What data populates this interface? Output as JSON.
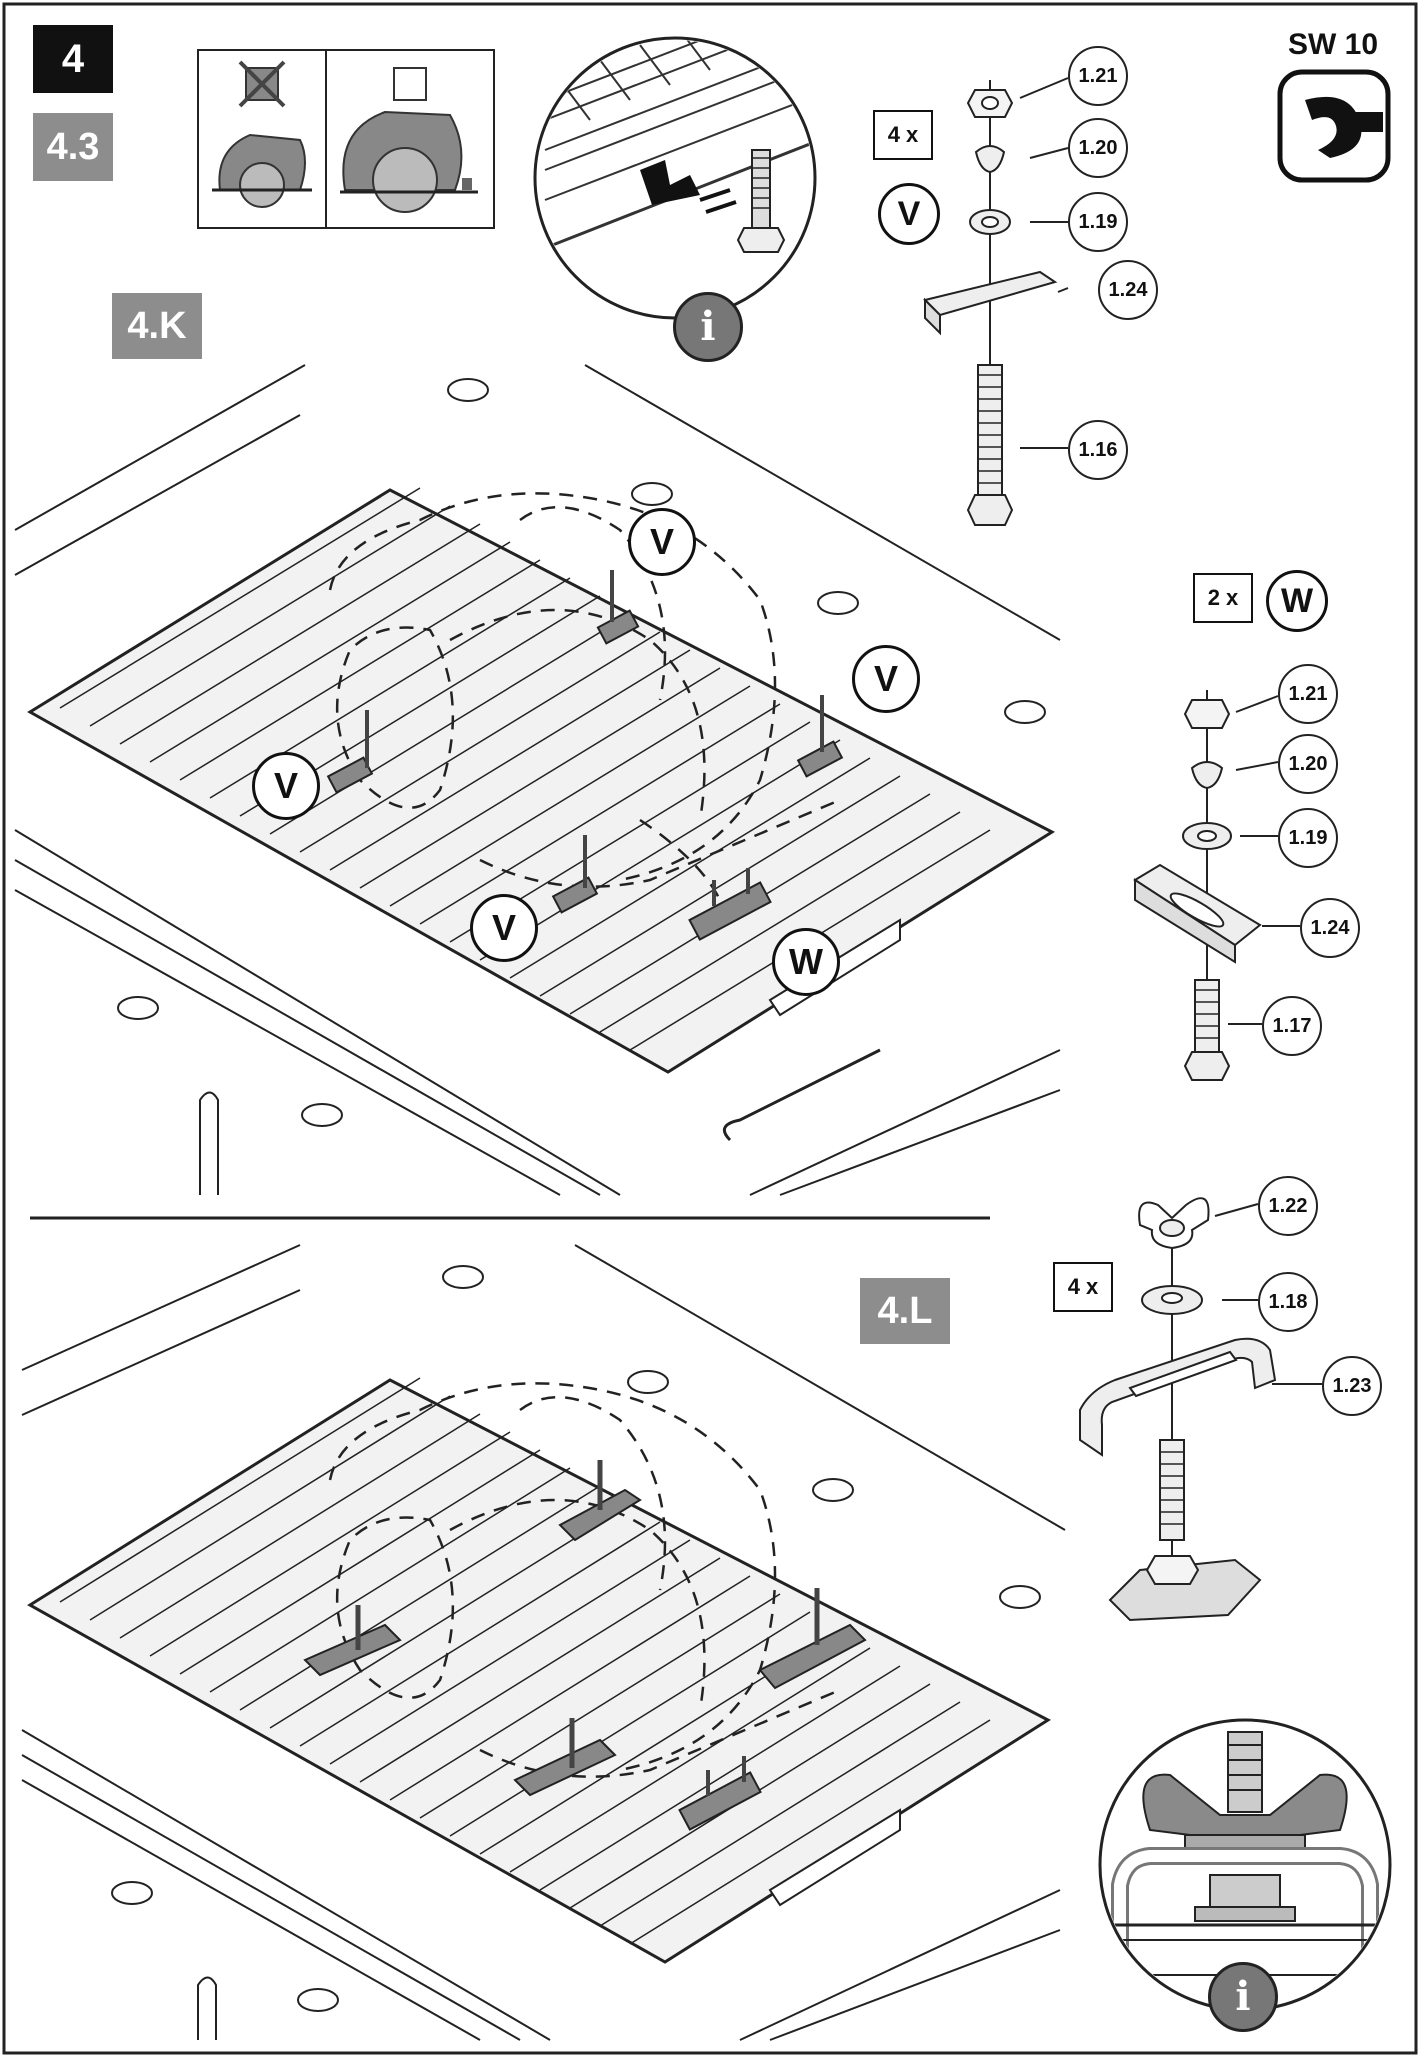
{
  "header": {
    "step_number": "4",
    "sub_step": "4.3",
    "wrench_size": "SW 10"
  },
  "sections": {
    "k_label": "4.K",
    "l_label": "4.L"
  },
  "kit_v": {
    "quantity": "4 x",
    "letter": "V",
    "parts": [
      "1.21",
      "1.20",
      "1.19",
      "1.24",
      "1.16"
    ]
  },
  "kit_w": {
    "quantity": "2 x",
    "letter": "W",
    "parts": [
      "1.21",
      "1.20",
      "1.19",
      "1.24",
      "1.17"
    ]
  },
  "kit_l": {
    "quantity": "4 x",
    "parts": [
      "1.22",
      "1.18",
      "1.23"
    ]
  },
  "diagram_markers": {
    "v": "V",
    "w": "W"
  },
  "icons": {
    "wrench": "wrench-icon",
    "info": "info-icon",
    "saw_excluded": "saw-crossed-icon",
    "saw_allowed": "saw-allowed-icon"
  }
}
